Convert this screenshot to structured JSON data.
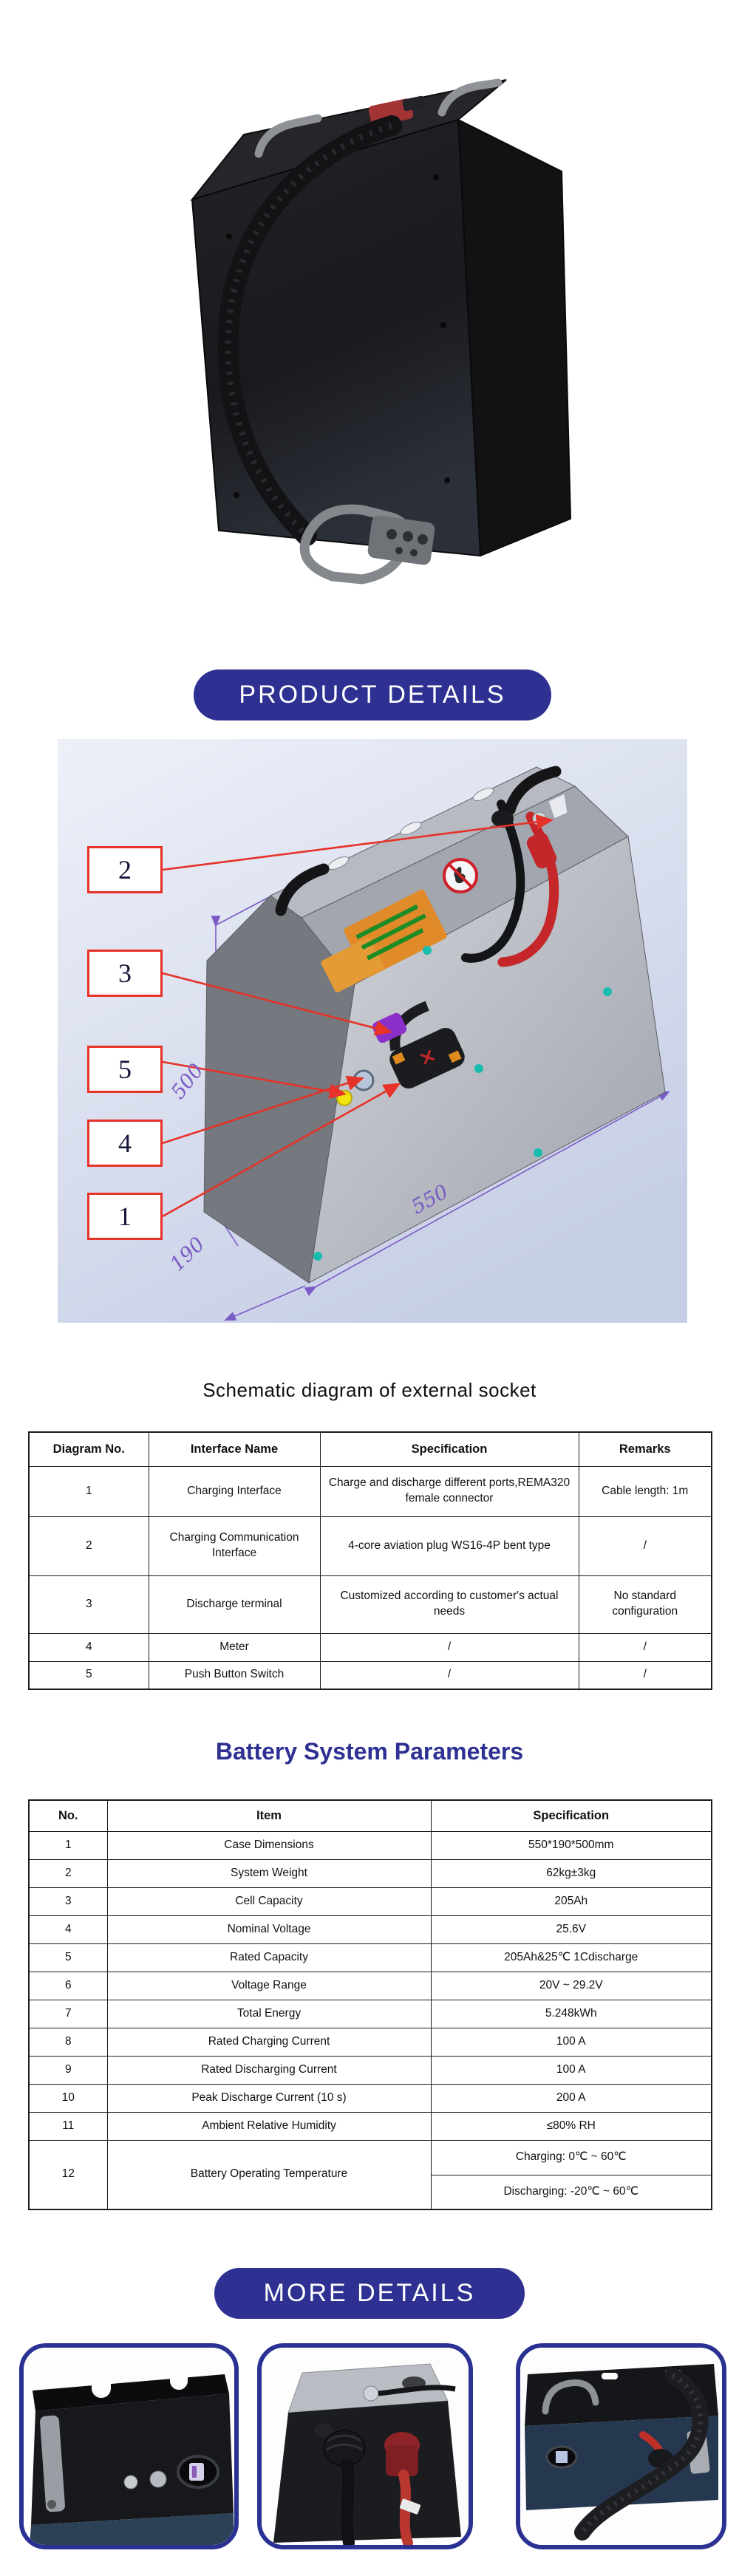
{
  "colors": {
    "accent": "#2e3192",
    "callout_red": "#e63228",
    "dimension_purple": "#7a5bc6",
    "table_border": "#1c1c1c",
    "teal_marker": "#18bdb0",
    "diagram_bg_top": "#eef0f8",
    "diagram_bg_bottom": "#c7cfe6"
  },
  "banners": {
    "product_details": {
      "label": "PRODUCT DETAILS"
    },
    "more_details": {
      "label": "MORE DETAILS"
    }
  },
  "diagram": {
    "callouts": [
      {
        "label": "2"
      },
      {
        "label": "3"
      },
      {
        "label": "5"
      },
      {
        "label": "4"
      },
      {
        "label": "1"
      }
    ],
    "dimensions": {
      "height": "500",
      "length": "550",
      "depth": "190"
    }
  },
  "socket": {
    "title": "Schematic diagram of external socket",
    "headers": [
      "Diagram No.",
      "Interface Name",
      "Specification",
      "Remarks"
    ],
    "rows": [
      [
        "1",
        "Charging Interface",
        "Charge and discharge different ports,REMA320 female connector",
        "Cable length: 1m"
      ],
      [
        "2",
        "Charging Communication Interface",
        "4-core aviation plug WS16-4P bent type",
        "/"
      ],
      [
        "3",
        "Discharge terminal",
        "Customized according to customer's actual needs",
        "No standard configuration"
      ],
      [
        "4",
        "Meter",
        "/",
        "/"
      ],
      [
        "5",
        "Push Button Switch",
        "/",
        "/"
      ]
    ]
  },
  "params": {
    "title": "Battery System Parameters",
    "headers": [
      "No.",
      "Item",
      "Specification"
    ],
    "rows": [
      [
        "1",
        "Case Dimensions",
        "550*190*500mm"
      ],
      [
        "2",
        "System Weight",
        "62kg±3kg"
      ],
      [
        "3",
        "Cell Capacity",
        "205Ah"
      ],
      [
        "4",
        "Nominal Voltage",
        "25.6V"
      ],
      [
        "5",
        "Rated Capacity",
        "205Ah&25℃ 1Cdischarge"
      ],
      [
        "6",
        "Voltage Range",
        "20V ~ 29.2V"
      ],
      [
        "7",
        "Total Energy",
        "5.248kWh"
      ],
      [
        "8",
        "Rated Charging Current",
        "100 A"
      ],
      [
        "9",
        "Rated Discharging Current",
        "100 A"
      ],
      [
        "10",
        "Peak Discharge Current (10 s)",
        "200 A"
      ],
      [
        "11",
        "Ambient Relative Humidity",
        "≤80% RH"
      ]
    ],
    "row12": {
      "no": "12",
      "item": "Battery Operating Temperature",
      "charging": "Charging: 0℃ ~ 60℃",
      "discharging": "Discharging: -20℃ ~ 60℃"
    }
  }
}
